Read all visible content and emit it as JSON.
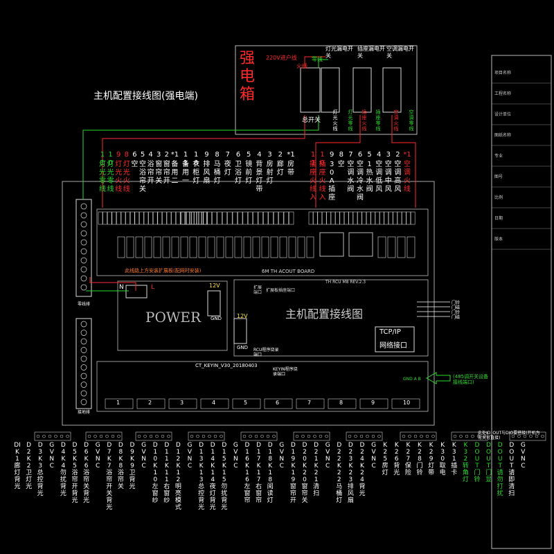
{
  "title": "主机配置接线图(强电端)",
  "power_box": {
    "title": "强电箱",
    "incoming": "220V进户线",
    "fire": "火线",
    "zero": "零线",
    "main_switch": "总开关",
    "light_breaker": "灯光漏电开关",
    "socket_breaker": "插座漏电开关",
    "ac_breaker": "空调漏电开关",
    "light_fire": "灯光火线",
    "light_zero": "灯光零线",
    "socket_fire": "插座火线",
    "socket_zero": "插座零线",
    "ac_fire": "空调火线",
    "ac_zero": "空调零线"
  },
  "top_terminals": {
    "group1": [
      {
        "num": "11",
        "text": "灯光零线",
        "color": "green"
      },
      {
        "num": "10",
        "text": "灯光零线",
        "color": "green"
      },
      {
        "num": "9",
        "text": "灯光火线",
        "color": "red"
      },
      {
        "num": "8",
        "text": "灯光火线",
        "color": "red"
      },
      {
        "num": "6",
        "text": "空",
        "color": "white"
      },
      {
        "num": "5",
        "text": "空浴帘关",
        "color": "white"
      },
      {
        "num": "4",
        "text": "浴帘开",
        "color": "white"
      },
      {
        "num": "3",
        "text": "窗帘关",
        "color": "white"
      },
      {
        "num": "2",
        "text": "窗帘开",
        "color": "white"
      },
      {
        "num": "*1",
        "text": "备用二",
        "color": "white"
      }
    ],
    "group2": [
      {
        "num": "11",
        "text": "备用一",
        "color": "white"
      },
      {
        "num": "10",
        "text": "衣柜灯",
        "color": "white"
      },
      {
        "num": "9",
        "text": "排风扇",
        "color": "white"
      },
      {
        "num": "8",
        "text": "马桶灯",
        "color": "white"
      },
      {
        "num": "7",
        "text": "夜灯",
        "color": "white"
      },
      {
        "num": "6",
        "text": "卫浴灯",
        "color": "white"
      },
      {
        "num": "5",
        "text": "镜前灯",
        "color": "white"
      },
      {
        "num": "4",
        "text": "背景灯带",
        "color": "white"
      },
      {
        "num": "3",
        "text": "房射灯",
        "color": "white"
      },
      {
        "num": "2",
        "text": "廊灯",
        "color": "white"
      },
      {
        "num": "*1",
        "text": "房带",
        "color": "white"
      }
    ],
    "group3": [
      {
        "num": "11",
        "text": "插座火线入",
        "color": "red"
      },
      {
        "num": "10",
        "text": "插座火线入",
        "color": "red"
      },
      {
        "num": "9",
        "text": "30A插座",
        "color": "white"
      },
      {
        "num": "8",
        "text": "空",
        "color": "white"
      },
      {
        "num": "7",
        "text": "空调水阀",
        "color": "white"
      },
      {
        "num": "6",
        "text": "空调冷水阀",
        "color": "white"
      },
      {
        "num": "5",
        "text": "1热水阀",
        "color": "white"
      },
      {
        "num": "4",
        "text": "空调低风",
        "color": "white"
      },
      {
        "num": "3",
        "text": "空调中风",
        "color": "white"
      },
      {
        "num": "2",
        "text": "空调高风",
        "color": "white"
      },
      {
        "num": "*1",
        "text": "空调火线",
        "color": "red"
      }
    ]
  },
  "board": {
    "relay_board": "6M TH ACOUT BOARD",
    "power_label": "POWER",
    "hint_text": "此线路上方安装扩展板(配网时安装)",
    "expand_port": "扩展板插座端口",
    "expand": "扩展端口",
    "rcu_board": "TH RCU M8 REV.2.3",
    "diagram_title": "主机配置接线图",
    "n_label": "N",
    "l_label": "L",
    "v12": "12V",
    "gnd": "GND",
    "tcp": "TCP/IP",
    "net": "网络接口",
    "rcu_prog": "RCU程序烧录端口",
    "key_prog": "KEYIN程序烧录端口",
    "keyin_board": "CT_KEYIN_V30_20180403",
    "rs485": "(485调开关设备接线端口)",
    "zero_bar": "零线排",
    "ground_bar": "接地排",
    "door_labels": [
      "门铃",
      "门磁",
      "门铃",
      "门磁"
    ],
    "panel_numbers": [
      "1",
      "2",
      "3",
      "4",
      "5",
      "6",
      "7",
      "8",
      "9",
      "10"
    ],
    "gnd_right": "GND A B"
  },
  "bottom_terminals": [
    "DI K1 廊灯背光",
    "D2 K2 卫灯光",
    "D3 K3 总控背光",
    "GVNC",
    "D4 K4 勿扰背光",
    "D5 K5 浴帘开背光",
    "D6 K6 浴帘关背光",
    "GVNC",
    "D7 K7 浴帘开关背光",
    "D8 K8 浴帘关",
    "D9 K9 卫背光",
    "GVNC",
    "D10 K10 左窗纱",
    "D11 K11 右窗纱",
    "D12 K12 明亮模式",
    "GVNC",
    "D13 K13 总控背光",
    "D14 K14 夜灯背光",
    "D15 K15 勿扰背光",
    "GVNC",
    "D16 K16 左窗帘",
    "D17 K17 右窗帘",
    "D18 K18 阅读灯",
    "GVNC",
    "D19 K19 窗帘开",
    "D20 K20 窗帘关",
    "D21 K21 清扫",
    "GVNC",
    "D22 K22 马桶灯",
    "D23 K23 排风扇",
    "D24 K24 背光",
    "GVNC",
    "K25 房灯",
    "K26 背光",
    "K27 保险",
    "K28 门铃",
    "K29 灯带",
    "K30 取电",
    "K31 插卡",
    "K32 转角灯",
    "DOUT 门铃",
    "DOUT 门显",
    "DOUT 请勿打扰",
    "DOUT 请即清扫",
    "GVNC"
  ],
  "bottom_right_note": "此处ID_OUT与DIO要搭接(开机为常关可直接)",
  "title_block": {
    "rows": [
      "项目名称",
      "工程名称",
      "设计单位",
      "图纸名称",
      "专业",
      "图号",
      "比例",
      "日期",
      "版本"
    ]
  },
  "colors": {
    "red": "#ff2a2a",
    "green": "#2bdc2b",
    "white": "#ffffff",
    "yellow": "#ffe14a",
    "gray": "#9a9a9a"
  }
}
